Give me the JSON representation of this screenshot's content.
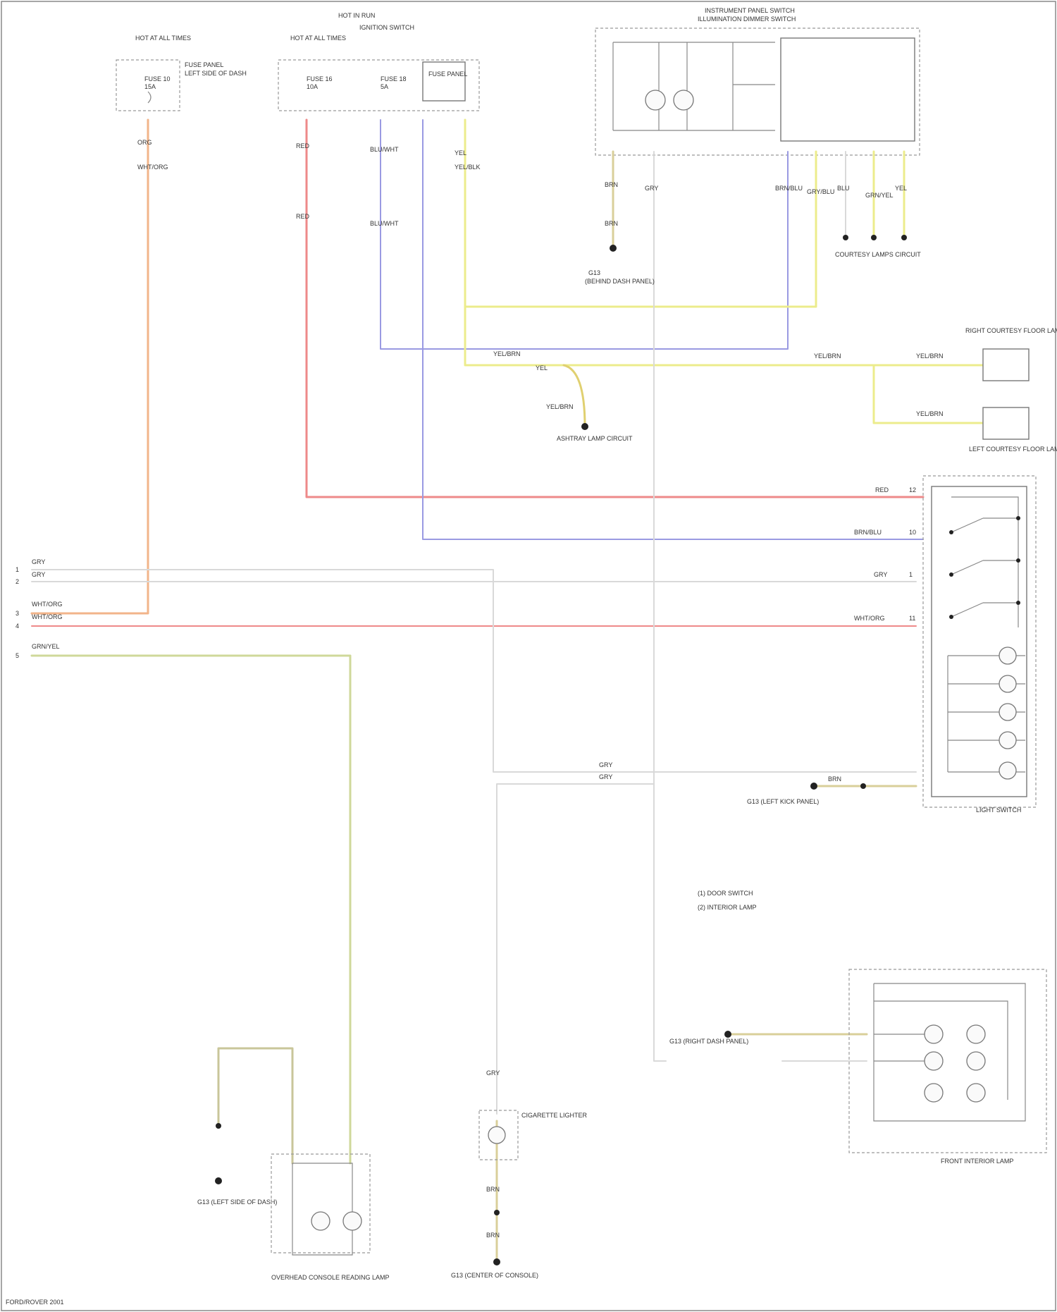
{
  "colors": {
    "orange": "#f2b48a",
    "red": "#ee8a8a",
    "blue": "#9a9ae2",
    "yellow": "#ecec8c",
    "yellow_green": "#cfd89a",
    "olive": "#c9c69a",
    "white_wire": "#d9d9d9",
    "gray": "#b8b8b8",
    "black": "#222222"
  },
  "fuse_boxes": [
    {
      "title": "HOT AT ALL TIMES",
      "fuse_label": "FUSE 10",
      "fuse_amp": "15A"
    },
    {
      "title": "HOT AT ALL TIMES",
      "fuse_label": "FUSE 16",
      "fuse_amp": "10A"
    },
    {
      "title": "HOT IN ON",
      "fuse_label": "FUSE 18",
      "fuse_amp": "5A"
    }
  ],
  "fuse_box_notes": [
    "FUSE PANEL",
    "LEFT SIDE OF DASH"
  ],
  "top_labels": {
    "hot_header": "HOT IN RUN",
    "ignition": "IGNITION SWITCH",
    "instrument": "INSTRUMENT PANEL SWITCH",
    "instrument_sub": "ILLUMINATION DIMMER SWITCH"
  },
  "wire_labels": {
    "orange_top": "ORG",
    "orange_vertical": "WHT/ORG",
    "red_top": "RED",
    "red_vertical": "RED",
    "blue_top": "BLU/WHT",
    "blue_vertical": "BLU/WHT",
    "blue_mid": "BRN/BLU",
    "yellow_top": "YEL",
    "yellow_vertical": "YEL/BLK",
    "gnd_wire_1": "BRN",
    "gnd_wire_2": "BRN",
    "gray_top": "GRY",
    "dimmer_1": "GRY/BLU",
    "dimmer_2": "BLU",
    "dimmer_3": "GRN/YEL",
    "dimmer_4": "YEL",
    "yellow_h_1": "YEL/BRN",
    "yellow_h_2": "YEL",
    "yellow_h_3": "YEL/BRN",
    "yellow_h_4": "YEL/BRN",
    "yellow_h_5": "YEL/BRN",
    "yel_drop": "YEL/BRN",
    "sw_red": "RED",
    "sw_blu": "BRN/BLU",
    "sw_gry": "GRY",
    "sw_org": "WHT/ORG",
    "bottom_gry_1": "GRY",
    "bottom_gry_2": "GRY",
    "bottom_brn": "BRN",
    "left_gry": "GRY",
    "left_grn": "GRN/YEL",
    "right_brn_1": "BRN",
    "right_brn_2": "BRN",
    "right_gry": "GRY",
    "lower_brn_1": "BRN",
    "lower_brn_2": "BRN",
    "lower_gry": "GRY",
    "lower_org": "WHT/ORG",
    "lower_olive": "GRN/YEL",
    "cig_brn_top": "GRY",
    "cig_brn": "BRN",
    "cig_brn_2": "BRN"
  },
  "left_connector": [
    {
      "pin": "1",
      "label": "GRY"
    },
    {
      "pin": "2",
      "label": "GRY"
    },
    {
      "pin": "3",
      "label": "WHT/ORG"
    },
    {
      "pin": "4",
      "label": "WHT/ORG"
    },
    {
      "pin": "5",
      "label": "GRN/YEL"
    }
  ],
  "switch_pins": [
    "12",
    "10",
    "1",
    "11"
  ],
  "ground_labels": {
    "g1": "G13",
    "g1_sub": "(BEHIND DASH PANEL)",
    "g2": "G13 (LEFT KICK PANEL)",
    "g3": "G13 (RIGHT DASH PANEL)",
    "g4": "G13 (LEFT SIDE OF DASH)",
    "g5": "G13 (LEFT KICK PANEL)",
    "g6": "G13 (CENTER OF CONSOLE)"
  },
  "components": {
    "courtesy_lamp_circuit": "COURTESY LAMPS CIRCUIT",
    "right_footwell_lamp": "RIGHT COURTESY FLOOR LAMP",
    "left_footwell_lamp": "LEFT COURTESY FLOOR LAMP",
    "ashtray_lamp": "ASHTRAY LAMP CIRCUIT",
    "light_switch": "LIGHT SWITCH",
    "front_interior_lamp": "FRONT INTERIOR LAMP",
    "overhead_lamp": "OVERHEAD CONSOLE READING LAMP",
    "cigarette_lighter": "CIGARETTE LIGHTER"
  },
  "legend": [
    "(1) DOOR SWITCH",
    "(2) INTERIOR LAMP"
  ],
  "footer": "FORD/ROVER 2001"
}
